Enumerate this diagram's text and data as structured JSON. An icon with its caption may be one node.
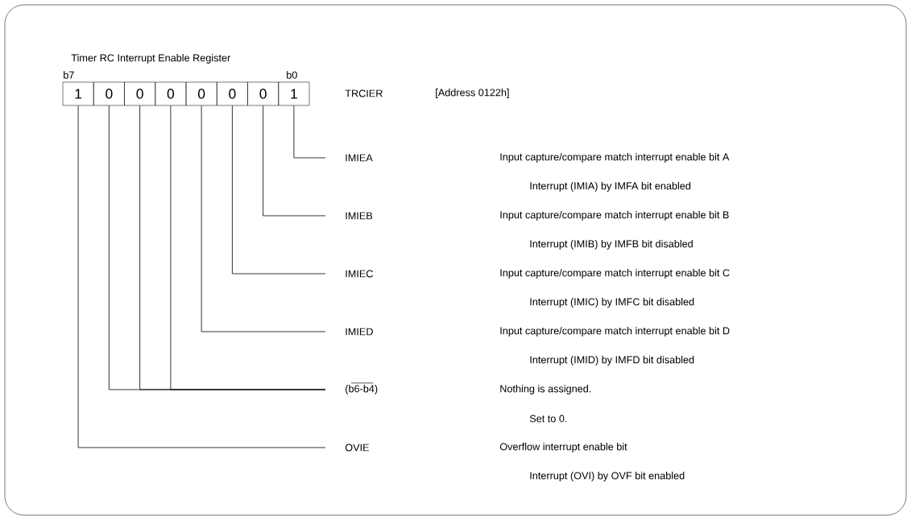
{
  "diagram": {
    "title": "Timer RC Interrupt Enable Register",
    "nodes": [
      {
        "text": [
          "1"
        ]
      },
      {
        "text": [
          "0"
        ]
      },
      {
        "text": [
          "0"
        ]
      },
      {
        "text": [
          "0"
        ]
      },
      {
        "text": [
          "0"
        ]
      },
      {
        "text": [
          "0"
        ]
      },
      {
        "text": [
          "0"
        ]
      },
      {
        "text": [
          "1"
        ]
      },
      {
        "text": [
          "IMIEA"
        ],
        "beside": [
          "Input capture/compare match interrupt enable bit A",
          "Interrupt (IMIA) by IMFA bit enabled"
        ]
      },
      {
        "text": [
          "IMIEB"
        ],
        "beside": [
          "Input capture/compare match interrupt enable bit B",
          "Interrupt (IMIB) by IMFB bit disabled"
        ]
      },
      {
        "text": [
          "IMIEC"
        ],
        "beside": [
          "Input capture/compare match interrupt enable bit C",
          "Interrupt (IMIC) by IMFC bit disabled"
        ]
      },
      {
        "text": [
          "IMIED"
        ],
        "beside": [
          "Input capture/compare match interrupt enable bit D",
          "Interrupt (IMID) by IMFD bit disabled"
        ]
      },
      {
        "text": [
          "(b6-b4)"
        ],
        "beside": [
          "Nothing is assigned.",
          "Set to 0."
        ]
      },
      {
        "text": [
          "OVIE"
        ],
        "beside": [
          "Overflow interrupt enable bit",
          "Interrupt (OVI) by OVF bit enabled"
        ]
      }
    ],
    "edges": [
      {
        "from": 7,
        "to": 8,
        "arrow": "none"
      },
      {
        "from": 6,
        "to": 9,
        "arrow": "none"
      },
      {
        "from": 5,
        "to": 10,
        "arrow": "none"
      },
      {
        "from": 4,
        "to": 11,
        "arrow": "none"
      },
      {
        "from": 3,
        "to": 12,
        "arrow": "none"
      },
      {
        "from": 2,
        "to": 12,
        "arrow": "none"
      },
      {
        "from": 1,
        "to": 12,
        "arrow": "none"
      },
      {
        "from": 0,
        "to": 13,
        "arrow": "none"
      }
    ],
    "labels": [
      "b7",
      "b0",
      "TRCIER",
      "[Address 0122h]"
    ]
  }
}
